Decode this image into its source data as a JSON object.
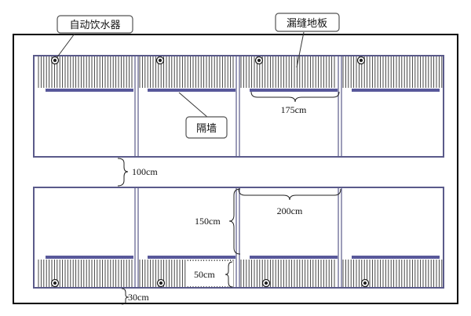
{
  "labels": {
    "drinker": "自动饮水器",
    "slatted_floor": "漏缝地板",
    "partition": "隔墙"
  },
  "dimensions": {
    "slat_width": "175cm",
    "aisle_width": "100cm",
    "pen_depth": "150cm",
    "pen_width": "200cm",
    "slat_depth": "50cm",
    "outer_gap": "30cm"
  },
  "colors": {
    "pen_outline": "#5a5a8a",
    "wall_bar": "#58589a",
    "slat_lines": "#333333",
    "outer_frame": "#000000",
    "callout_border": "#555555"
  },
  "layout": {
    "rows": 2,
    "pens_per_row": 4
  }
}
